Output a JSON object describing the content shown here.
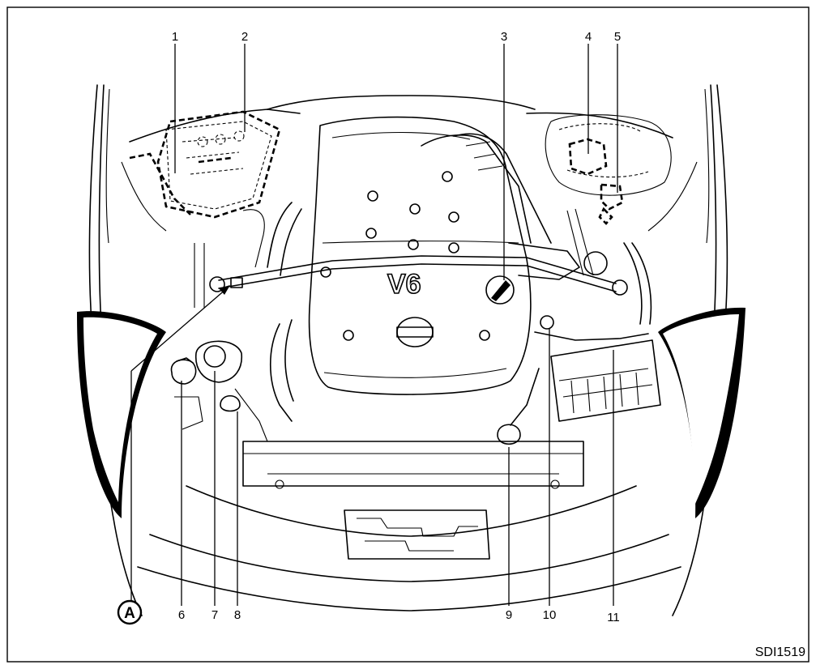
{
  "figure": {
    "code": "SDI1519",
    "engine_badge": "V6",
    "callout_A": "A",
    "callouts": [
      {
        "id": "c1",
        "label": "1"
      },
      {
        "id": "c2",
        "label": "2"
      },
      {
        "id": "c3",
        "label": "3"
      },
      {
        "id": "c4",
        "label": "4"
      },
      {
        "id": "c5",
        "label": "5"
      },
      {
        "id": "c6",
        "label": "6"
      },
      {
        "id": "c7",
        "label": "7"
      },
      {
        "id": "c8",
        "label": "8"
      },
      {
        "id": "c9",
        "label": "9"
      },
      {
        "id": "c10",
        "label": "10"
      },
      {
        "id": "c11",
        "label": "11"
      }
    ]
  }
}
